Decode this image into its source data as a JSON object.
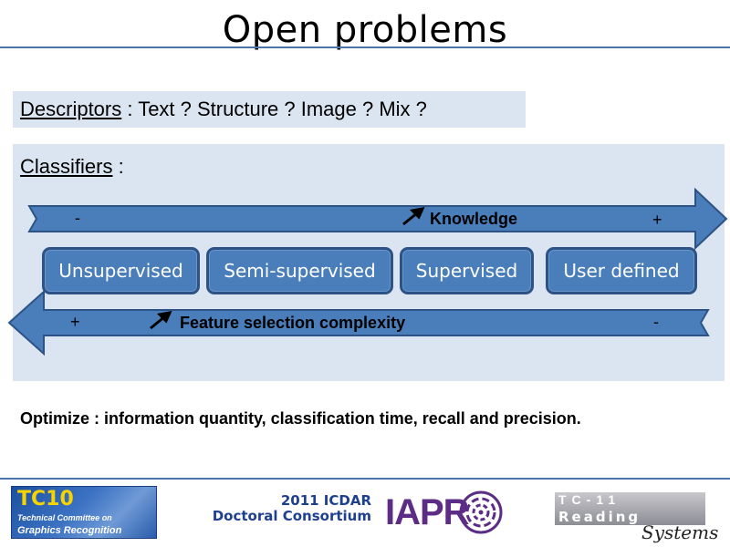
{
  "title": "Open problems",
  "descriptors": {
    "label": "Descriptors",
    "text": " : Text ? Structure ? Image ? Mix ?"
  },
  "classifiers": {
    "label": "Classifiers",
    "suffix": " :"
  },
  "knowledge_arrow": {
    "left_sign": "-",
    "label": "Knowledge",
    "right_sign": "+"
  },
  "feature_arrow": {
    "left_sign": "+",
    "label": "Feature selection complexity",
    "right_sign": "-"
  },
  "categories": [
    "Unsupervised",
    "Semi-supervised",
    "Supervised",
    "User defined"
  ],
  "optimize": "Optimize : information quantity, classification time, recall and precision.",
  "footer": {
    "tc10_title": "TC10",
    "tc10_line1": "Technical Committee on",
    "tc10_line2": "Graphics Recognition",
    "icdar_line1": "2011 ICDAR",
    "icdar_line2": "Doctoral Consortium",
    "iapr": "IAPR",
    "rs_top": "TC-11",
    "rs_reading": "Reading",
    "rs_systems": "Systems"
  },
  "colors": {
    "panel": "#dbe5f1",
    "arrow": "#4a7ebb",
    "arrow_border": "#2d5386",
    "title_rule": "#4a77a8"
  }
}
